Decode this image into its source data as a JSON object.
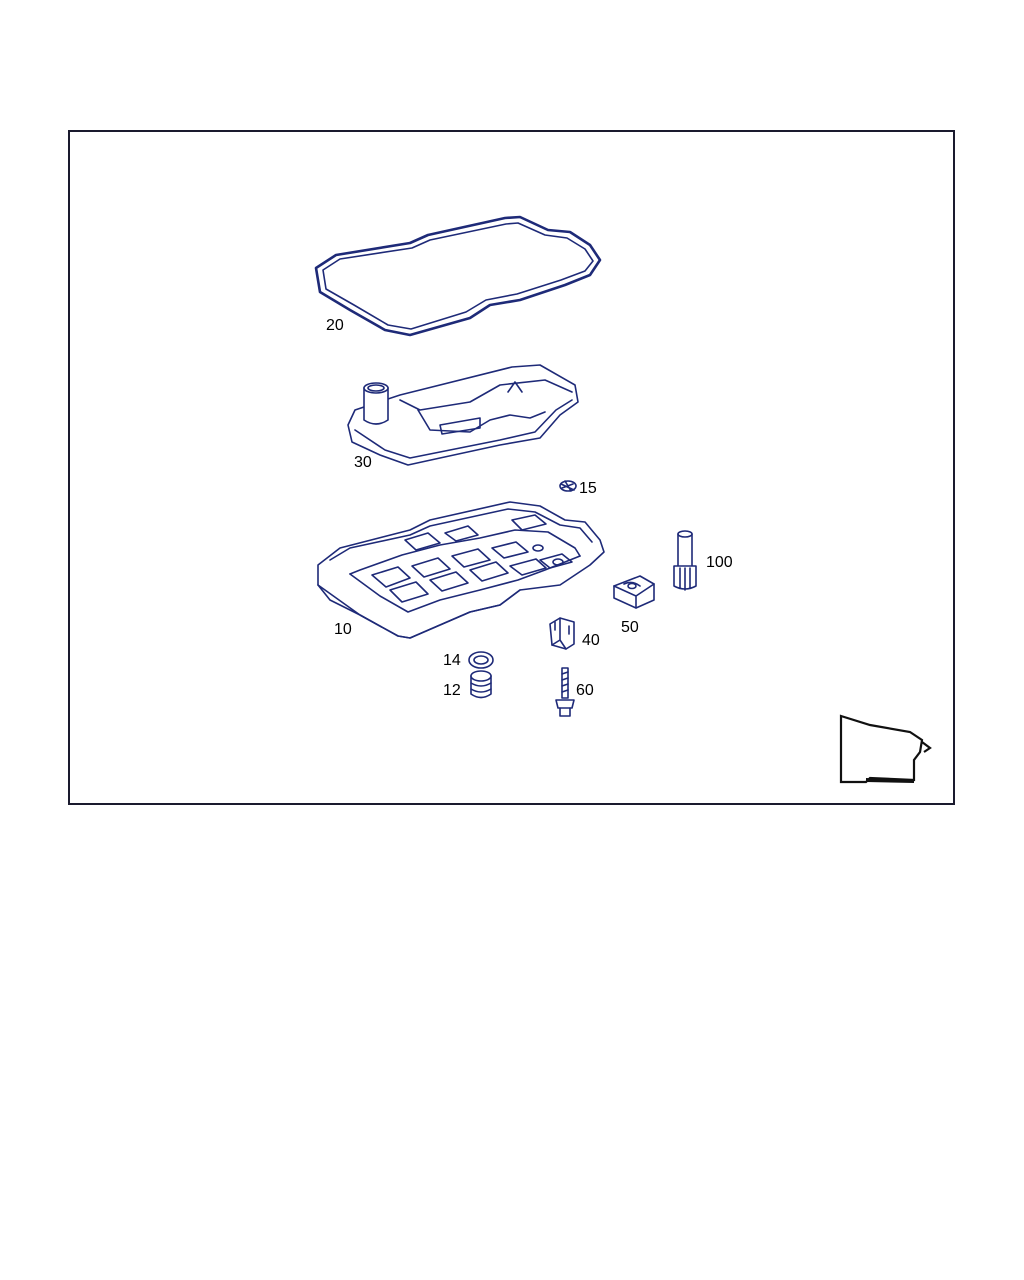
{
  "parts": [
    {
      "id": "pan",
      "number": "10"
    },
    {
      "id": "drain-plug",
      "number": "12"
    },
    {
      "id": "seal-ring",
      "number": "14"
    },
    {
      "id": "magnet",
      "number": "15"
    },
    {
      "id": "gasket",
      "number": "20"
    },
    {
      "id": "filter",
      "number": "30"
    },
    {
      "id": "clip",
      "number": "40"
    },
    {
      "id": "bracket",
      "number": "50"
    },
    {
      "id": "screw",
      "number": "60"
    },
    {
      "id": "tube",
      "number": "100"
    }
  ],
  "colors": {
    "line": "#1e2a78",
    "frame": "#1a1a2e",
    "text": "#000000"
  }
}
